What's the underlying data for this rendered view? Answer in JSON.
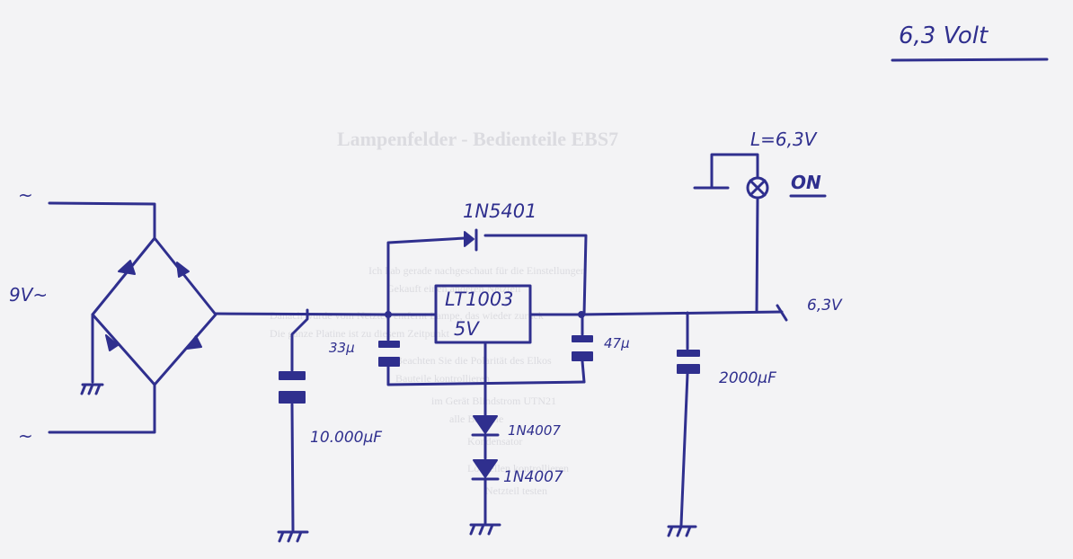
{
  "title": "6,3 Volt",
  "lamp": {
    "label": "L=6,3V",
    "state_label": "ON"
  },
  "source": {
    "voltage_label": "9V~",
    "ac_symbol": "~"
  },
  "components": {
    "bypass_diode": "1N5401",
    "regulator_name": "LT1003",
    "regulator_voltage": "5V",
    "cap_input": "10.000µF",
    "cap_reg_in": "33µ",
    "cap_reg_out": "47µ",
    "cap_output": "2000µF",
    "diode_1": "1N4007",
    "diode_2": "1N4007"
  },
  "output_label": "6,3V",
  "show_through": {
    "heading": "Lampenfelder - Bedienteile EBS7",
    "bullets": [
      "Ich hab gerade nachgeschaut für die Einstellungen",
      "Gekauft einen anderen Netzteil",
      "Danach wurde vom Netzteil entfernt Lampe, das wieder zurück",
      "Die ganze Platine ist zu diesem Zeitpunkt",
      "Beachten Sie die Polarität des Elkos",
      "Bauteile kontrollieren",
      "im Gerät Blindstrom UTN21",
      "alle Bauteile",
      "Kondensator",
      "Lötstellen kontrollieren",
      "Netzteil testen"
    ]
  },
  "colors": {
    "ink": "#2f2f8e",
    "paper": "#f3f3f5",
    "show_through": "#c9c9cf"
  }
}
